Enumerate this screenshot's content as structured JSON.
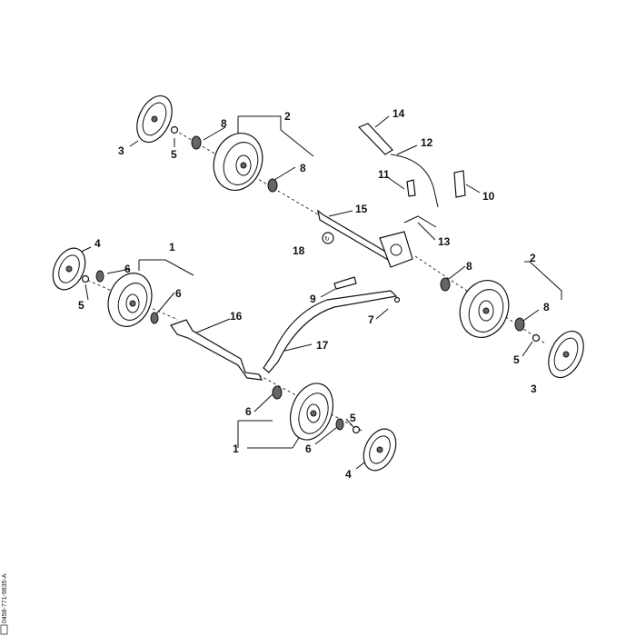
{
  "callouts": {
    "c1a": "1",
    "c1b": "1",
    "c2a": "2",
    "c2b": "2",
    "c3a": "3",
    "c3b": "3",
    "c4a": "4",
    "c4b": "4",
    "c5a": "5",
    "c5b": "5",
    "c5c": "5",
    "c5d": "5",
    "c6a": "6",
    "c6b": "6",
    "c6c": "6",
    "c6d": "6",
    "c7": "7",
    "c8a": "8",
    "c8b": "8",
    "c8c": "8",
    "c8d": "8",
    "c9": "9",
    "c10": "10",
    "c11": "11",
    "c12": "12",
    "c13": "13",
    "c14": "14",
    "c15": "15",
    "c16": "16",
    "c17": "17",
    "c18": "18"
  },
  "drawing_code": "0458-771-9835-A"
}
